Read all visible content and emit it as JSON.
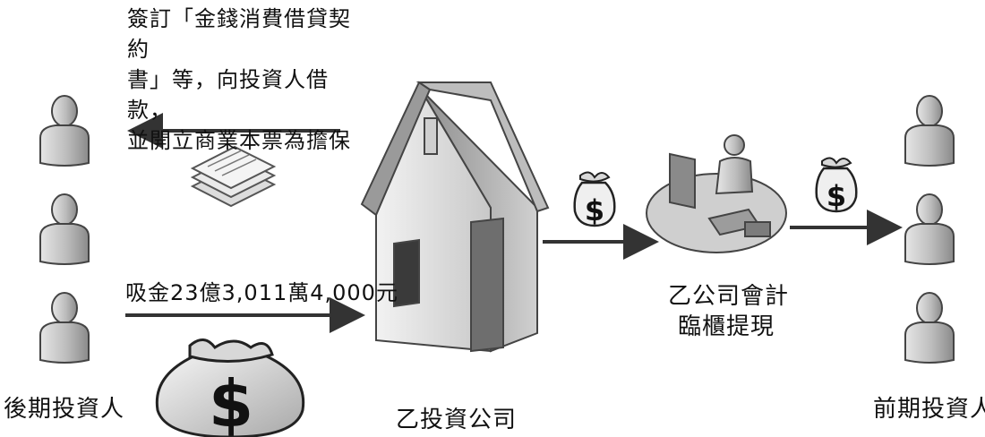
{
  "contract_text": [
    "簽訂「金錢消費借貸契約",
    "書」等，向投資人借款，",
    "並開立商業本票為擔保"
  ],
  "funds_text": "吸金23億3,011萬4,000元",
  "later_investors": "後期投資人",
  "company": "乙投資公司",
  "accountant": [
    "乙公司會計",
    "臨櫃提現"
  ],
  "early_investors": "前期投資人",
  "money_symbol": "$",
  "icons": [
    "person-icon",
    "documents-icon",
    "money-bag-icon",
    "house-icon",
    "desk-worker-icon",
    "arrow-icon"
  ]
}
